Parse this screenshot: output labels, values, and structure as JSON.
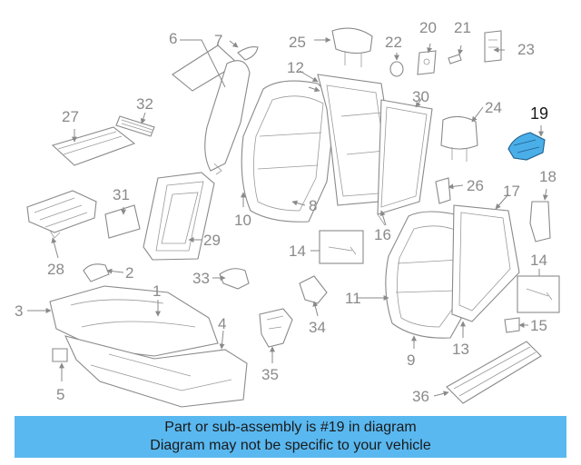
{
  "diagram": {
    "callouts": [
      "1",
      "2",
      "3",
      "4",
      "5",
      "6",
      "7",
      "8",
      "9",
      "10",
      "11",
      "12",
      "13",
      "14",
      "14",
      "15",
      "16",
      "17",
      "18",
      "19",
      "20",
      "21",
      "22",
      "23",
      "24",
      "25",
      "26",
      "27",
      "28",
      "29",
      "30",
      "31",
      "32",
      "33",
      "34",
      "35",
      "36"
    ],
    "highlighted_part": "19",
    "highlight_color": "#4aaee8"
  },
  "banner": {
    "line1": "Part or sub-assembly is #19 in diagram",
    "line2": "Diagram may not be specific to your vehicle",
    "background": "#5ab8f0"
  }
}
